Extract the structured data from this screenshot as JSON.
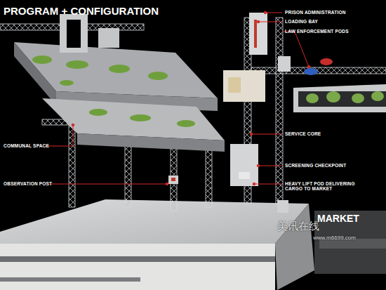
{
  "diagram": {
    "title": "PROGRAM + CONFIGURATION",
    "labels": [
      "PRISON ADMINISTRATION",
      "LOADING BAY",
      "LAW ENFORCEMENT PODS",
      "SERVICE CORE",
      "SCREENING CHECKPOINT",
      "HEAVY LIFT POD DELIVERING CARGO TO MARKET",
      "MARKET",
      "COMMUNAL SPACE",
      "OBSERVATION POST",
      "美讯在线",
      "www.m6699.com"
    ]
  }
}
